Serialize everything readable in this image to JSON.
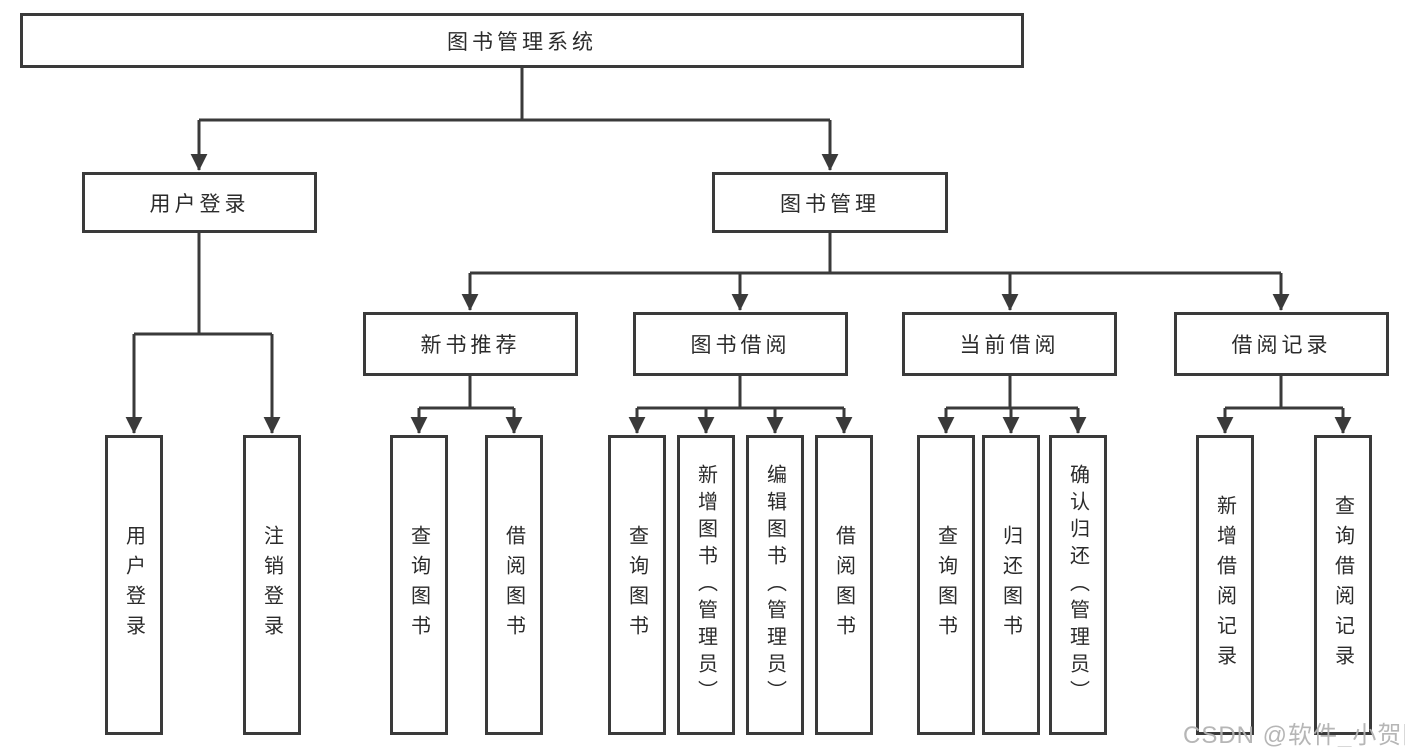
{
  "colors": {
    "line": "#3a3a3a",
    "text": "#2b2b2b",
    "background": "#ffffff",
    "watermark": "#b2b2b2"
  },
  "root": {
    "label": "图书管理系统"
  },
  "branches": [
    {
      "label": "用户登录",
      "children": [
        {
          "label": "用户登录"
        },
        {
          "label": "注销登录"
        }
      ]
    },
    {
      "label": "图书管理",
      "groups": [
        {
          "label": "新书推荐",
          "children": [
            {
              "label": "查询图书"
            },
            {
              "label": "借阅图书"
            }
          ]
        },
        {
          "label": "图书借阅",
          "children": [
            {
              "label": "查询图书"
            },
            {
              "label": "新增图书（管理员）"
            },
            {
              "label": "编辑图书（管理员）"
            },
            {
              "label": "借阅图书"
            }
          ]
        },
        {
          "label": "当前借阅",
          "children": [
            {
              "label": "查询图书"
            },
            {
              "label": "归还图书"
            },
            {
              "label": "确认归还（管理员）"
            }
          ]
        },
        {
          "label": "借阅记录",
          "children": [
            {
              "label": "新增借阅记录"
            },
            {
              "label": "查询借阅记录"
            }
          ]
        }
      ]
    }
  ],
  "watermark": {
    "text": "CSDN @软件_小贺同学"
  }
}
